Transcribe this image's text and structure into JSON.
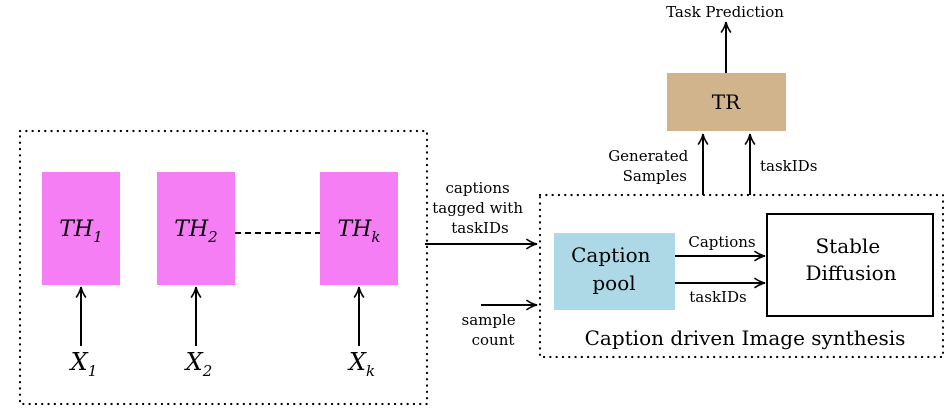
{
  "colors": {
    "task_head": "#f57ef5",
    "caption_pool": "#add8e6",
    "task_router": "#d2b48c",
    "stroke": "#000000"
  },
  "task_heads": [
    {
      "base": "TH",
      "sub": "1",
      "input_base": "X",
      "input_sub": "1"
    },
    {
      "base": "TH",
      "sub": "2",
      "input_base": "X",
      "input_sub": "2"
    },
    {
      "base": "TH",
      "sub": "k",
      "input_base": "X",
      "input_sub": "k"
    }
  ],
  "edge_labels": {
    "captions_tagged": [
      "captions",
      "tagged with",
      "taskIDs"
    ],
    "sample_count": [
      "sample",
      "count"
    ],
    "captions": "Captions",
    "task_ids_bottom": "taskIDs",
    "generated_samples": [
      "Generated",
      "Samples"
    ],
    "task_ids_top": "taskIDs"
  },
  "caption_pool": [
    "Caption",
    "pool"
  ],
  "stable_diffusion": [
    "Stable",
    "Diffusion"
  ],
  "synthesis_label": "Caption driven Image synthesis",
  "task_router": "TR",
  "task_prediction": "Task Prediction"
}
